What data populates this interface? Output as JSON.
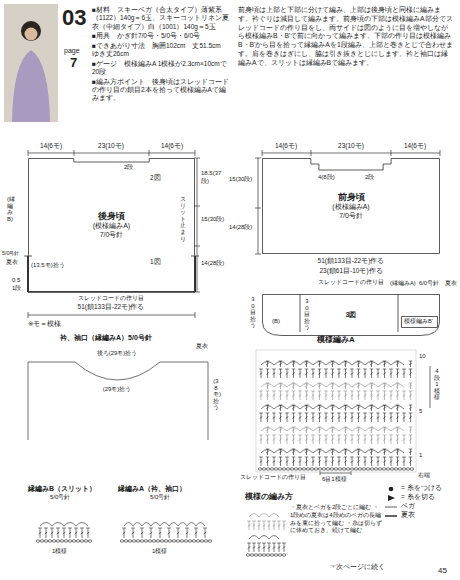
{
  "diagram": {
    "nodes": [
      {
        "text": [
          "後身頃",
          "(模様編みA)",
          "7/0号針"
        ]
      },
      {
        "text": [
          "前身頃",
          "(模様編みA)",
          "7/0号針"
        ]
      },
      {
        "text": [
          "3図"
        ]
      },
      {
        "text": [
          "模様編みB'"
        ],
        "in": 2
      }
    ],
    "labels": [
      "03",
      "page",
      "7",
      "■材料　スキーベガ（合太タイプ）薄紫系（1122）140g＝6玉、スキーコットリネン夏衣（中細タイプ）白（1001）140g＝5玉",
      "■用具　かぎ針7/0号・5/0号・6/0号",
      "■できあがり寸法　胸囲102cm　丈51.5cm　ゆき丈26cm",
      "■ゲージ　模様編みA 1模様が2.3cm×10cmで20段",
      "■編み方ポイント　後身頃はスレッドコードの作り目の鎖目2本を拾って模様編みAで編みます。",
      "前身頃は上部と下部に分けて編み、上部は後身頃と同様に編みます。衿ぐりは減目して編みます。前身頃の下部は模様編みA部分でスレッドコードの作り目をし、両サイドは図のように目を増やしながら模様編みB・B'で前に向かって編みます。下部の作り目は模様編みB・B'から目を拾って縁編みAを1段編み、上部と巻きとじで合わせます。肩を巻きはぎにし、脇は引き抜きとじにします。衿と袖口は縁編みAで、スリットは縁編みBで編みます。",
      "14(6モ)",
      "23(10モ)",
      "14(6モ)",
      "2段",
      "2図",
      "1図",
      "18.5(37段)",
      "15(30段)",
      "14(28段)",
      "スリット止まり",
      "(縁編みB)",
      "5/0号針",
      "夏衣",
      "(13.5モ)拾う",
      "0.5",
      "1段",
      "スレッドコードの作り目",
      "51(鎖133目-22モ)作る",
      "※モ＝模様",
      "14(6モ)",
      "23(10モ)",
      "14(6モ)",
      "4(8段)",
      "2段",
      "15(30段)",
      "14(28段)",
      "51(鎖133目-22モ)作る",
      "23(鎖61目-10モ)作る",
      "スレッドコードの作り目",
      "(縁編みA)",
      "6/0号針",
      "夏衣",
      "30目拾う",
      "30目拾う",
      "(B)",
      "衿、袖口（縁編みA）5/0号針",
      "夏衣",
      "後ろ(29モ)拾う",
      "(29モ)拾う",
      "(38モ)拾う",
      "模様編みA",
      "10",
      "5",
      "1",
      "4段1模様",
      "スレッドコードの作り目",
      "6目1模様",
      "右端",
      "縁編みB（スリット）",
      "5/0号針",
      "1模様",
      "縁編みA（衿、袖口）",
      "5/0号針",
      "1模様",
      "模様の編み方",
      "・夏衣とベガを2段ごとに編む ・1段めの夏衣は4段めのベガの長編みを束に拾って編む ・糸は切らずに休めておき、続けて編む",
      "☞次ページに続く",
      "45"
    ],
    "legend": [
      {
        "text": "= 糸をつける"
      },
      {
        "text": "= 糸を切る"
      },
      {
        "text": "ベガ"
      },
      {
        "text": "夏衣"
      }
    ]
  }
}
